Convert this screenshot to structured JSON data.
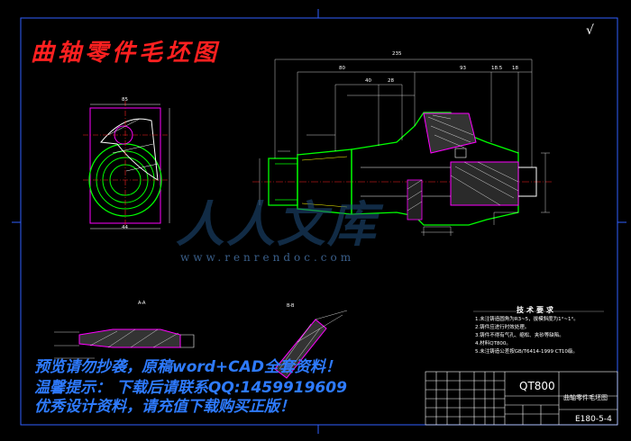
{
  "title": "曲轴零件毛坯图",
  "watermark": {
    "line1": "预览请勿抄袭，原稿word+CAD全套资料！",
    "line2": "温馨提示：  下载后请联系QQ:1459919609",
    "line3": "优秀设计资料，请充值下载购买正版！",
    "url": "www.renrendoc.com",
    "logo": "人人文库"
  },
  "check_mark": "√",
  "tech_requirements": {
    "title": "技术要求",
    "notes": [
      "1.未注铸造圆角为R3~5，拔模斜度为1°~1°。",
      "2.铸件应进行时效处理。",
      "3.铸件不得有气孔、缩松、夹砂等缺陷。",
      "4.材料QT800。",
      "5.未注铸造公差按GB/T6414-1999 CT10级。"
    ]
  },
  "title_block": {
    "material": "QT800",
    "part_name": "曲轴零件毛坯图",
    "drawing_code": "E180-5-4"
  },
  "section_labels": {
    "a": "A-A",
    "b": "B-B"
  },
  "dimensions": {
    "overall": "235",
    "d80": "80",
    "d93": "93",
    "d18_5": "18.5",
    "d18": "18",
    "d40": "40",
    "d28": "28",
    "d85": "85",
    "d44": "44"
  },
  "colors": {
    "background": "#000000",
    "outline": "#ffffff",
    "green": "#00ff00",
    "magenta": "#ff00ff",
    "yellow": "#ffff00",
    "red": "#ff2020",
    "blue_frame": "#3060ff",
    "watermark": "#2e7bff"
  }
}
